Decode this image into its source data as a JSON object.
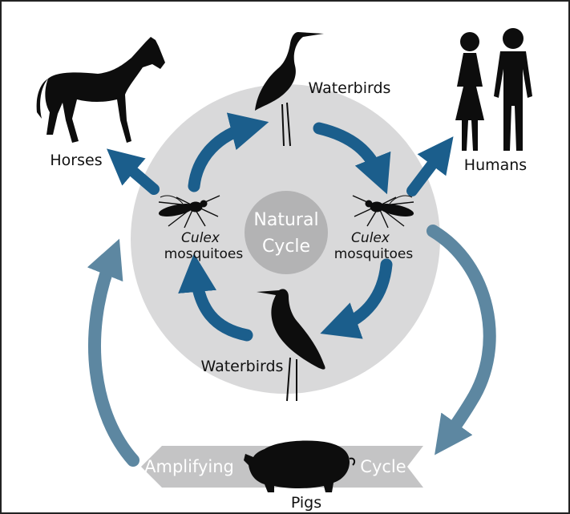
{
  "labels": {
    "horses": "Horses",
    "humans": "Humans",
    "waterbirds_top": "Waterbirds",
    "waterbirds_bottom": "Waterbirds",
    "culex_left": "Culex",
    "mosquitoes_left": "mosquitoes",
    "culex_right": "Culex",
    "mosquitoes_right": "mosquitoes",
    "center_line1": "Natural",
    "center_line2": "Cycle",
    "banner_left": "Amplifying",
    "banner_right": "Cycle",
    "pigs": "Pigs"
  },
  "colors": {
    "circle": "#d9d9da",
    "center": "#b3b3b4",
    "dark_arrow": "#1b5e8c",
    "light_arrow": "#5d87a1",
    "banner": "#c4c4c5",
    "silhouette": "#0d0d0d"
  }
}
